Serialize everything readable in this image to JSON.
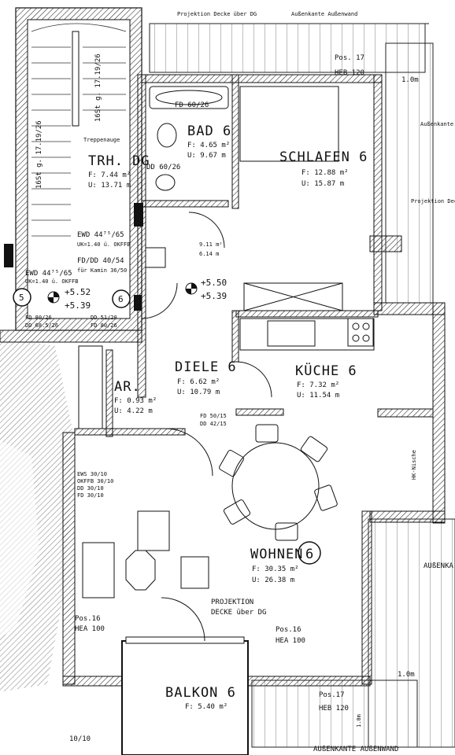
{
  "header": {
    "projection_top": "Projektion Decke über DG",
    "outer_edge_top": "Außenkante Außenwand",
    "outer_edge_right": "Außenkante A",
    "projection_right": "Projektion Decke ü",
    "outer_edge_bottom": "AUßENKANTE AUßENWAND",
    "outer_edge_side": "AUßENKA"
  },
  "rooms": {
    "bad": {
      "name": "BAD 6",
      "area": "F: 4.65 m²",
      "perimeter": "U: 9.67 m"
    },
    "schlafen": {
      "name": "SCHLAFEN 6",
      "area": "F: 12.88 m²",
      "perimeter": "U: 15.87 m"
    },
    "treppenhaus": {
      "name": "TRH. DG",
      "area": "F: 7.44 m²",
      "perimeter": "U: 13.71 m"
    },
    "diele": {
      "name": "DIELE 6",
      "area": "F: 6.62 m²",
      "perimeter": "U: 10.79 m"
    },
    "kueche": {
      "name": "KÜCHE 6",
      "area": "F: 7.32 m²",
      "perimeter": "U: 11.54 m"
    },
    "abstell": {
      "name": "AR.",
      "area": "F: 0.93 m²",
      "perimeter": "U: 4.22 m"
    },
    "wohnen": {
      "name": "WOHNEN",
      "number": "6",
      "area": "F: 30.35 m²",
      "perimeter": "U: 26.38 m"
    },
    "balkon": {
      "name": "BALKON 6",
      "area": "F: 5.40 m²"
    }
  },
  "annotations": {
    "fd_bad": "FD 60/26",
    "dd_bad": "DD 60/26",
    "stair_label_1": "16St g. 17.19/26",
    "stair_label_2": "16St g. 17.19/26",
    "stair_small": "Treppenauge",
    "ewd_1": "EWD 44⁷⁵/65",
    "uk_1": "UK=1.40 ü. OKFFB",
    "fd_chimney": "FD/DD 40/54",
    "chimney_note": "für Kamin 36/50",
    "ewd_2": "EWD 44⁷⁵/65",
    "uk_2": "UK=1.40 ü. OKFFB",
    "level_1": "+5.52",
    "level_2": "+5.39",
    "level_3": "+5.50",
    "level_4": "+5.39",
    "axis_5": "5",
    "axis_6": "6",
    "fd_80_26a": "FD 80/26",
    "dd_68": "DD 68.5/26",
    "dd_51": "DD 51/20",
    "fd_80_26b": "FD 80/26",
    "hall_area": "9.11 m²",
    "hall_perim": "6.14 m",
    "fd_50": "FD 50/15",
    "dd_42": "DD 42/15",
    "ews": "EWS 30/10",
    "okffb": "OKFFB 30/10",
    "dd_30": "DD 30/10",
    "fd_30": "FD 30/10",
    "pos16_left": "Pos.16",
    "hea_left": "HEA 100",
    "pos16_right": "Pos.16",
    "hea_right": "HEA 100",
    "proj_1": "PROJEKTION",
    "proj_2": "DECKE über DG",
    "pos17_top": "Pos. 17",
    "heb_top": "HEB 120",
    "pos17_bottom": "Pos.17",
    "heb_bottom": "HEB 120",
    "dim_top": "1.0m",
    "dim_bottom": "1.0m",
    "dim_side_bottom": "1.0m",
    "hk_niche": "HK-Nische",
    "balkon_drain": "10/10"
  }
}
